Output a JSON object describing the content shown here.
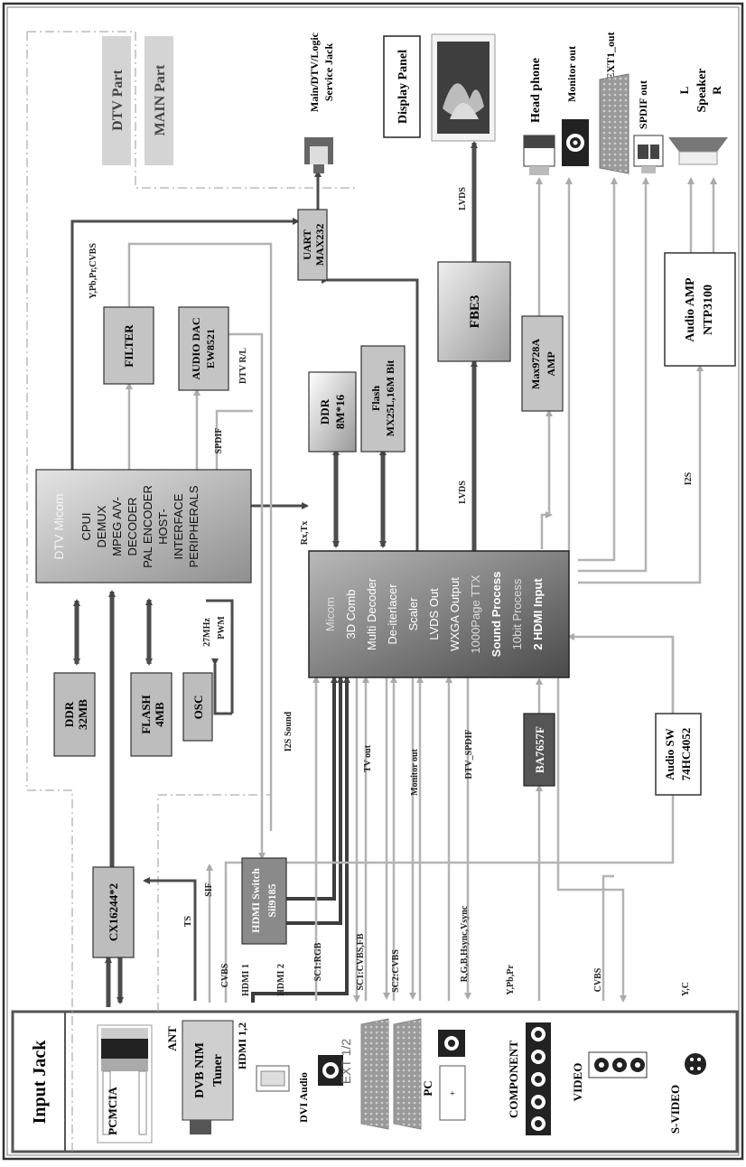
{
  "input_jack": {
    "title": "Input Jack",
    "items": {
      "pcmcia": "PCMCIA",
      "ant": "ANT",
      "tuner_line1": "DVB NIM",
      "tuner_line2": "Tuner",
      "hdmi": "HDMI 1,2",
      "dvi_audio": "DVI Audio",
      "ext": "EXT 1/2",
      "pc": "PC",
      "component": "COMPONENT",
      "video": "VIDEO",
      "svideo": "S-VIDEO"
    }
  },
  "parts": {
    "dtv": "DTV Part",
    "main": "MAIN Part"
  },
  "blocks": {
    "ddr32_1": "DDR",
    "ddr32_2": "32MB",
    "flash4_1": "FLASH",
    "flash4_2": "4MB",
    "osc": "OSC",
    "dtv_micom_title": "DTV Micom",
    "dtv_micom_lines": [
      "CPUI",
      "DEMUX",
      "MPEG A/V-",
      "DECODER",
      "PAL ENCODER",
      "HOST-",
      "INTERFACE",
      "PERIPHERALS"
    ],
    "filter": "FILTER",
    "audio_dac_1": "AUDIO DAC",
    "audio_dac_2": "EW8521",
    "uart_1": "UART",
    "uart_2": "MAX232",
    "ddr8_1": "DDR",
    "ddr8_2": "8M*16",
    "flash16_1": "Flash",
    "flash16_2": "MX25L,16M Bit",
    "fbe3": "FBE3",
    "max9728_1": "Max9728A",
    "max9728_2": "AMP",
    "audio_amp_1": "Audio AMP",
    "audio_amp_2": "NTP3100",
    "main_lines": [
      "Micom",
      "3D Comb",
      "Multi Decoder",
      "De-iterlacer",
      "Scaler",
      "LVDS Out",
      "WXGA Output",
      "1000Page TTX",
      "Sound Process",
      "10bit Process",
      "2 HDMI Input"
    ],
    "cx_1": "CX16244*2",
    "hdmi_switch_1": "HDMI Switch",
    "hdmi_switch_2": "Sii9185",
    "ba7657f": "BA7657F",
    "audio_sw_1": "Audio SW",
    "audio_sw_2": "74HC4052"
  },
  "outputs": {
    "service_jack_1": "Main/DTV/Logic",
    "service_jack_2": "Service Jack",
    "display_panel": "Display Panel",
    "head_phone": "Head phone",
    "monitor_out": "Monitor out",
    "ext1_out": "EXT1_out",
    "spdif_out": "SPDIF out",
    "speaker_l": "L",
    "speaker_mid": "Speaker",
    "speaker_r": "R"
  },
  "signals": {
    "ypbpr_cvbs": "Y,Pb,Pr,CVBS",
    "dtv_rl": "DTV R/L",
    "spdif": "SPDIF",
    "rx_tx": "Rx,Tx",
    "lvds_top": "LVDS",
    "lvds_mid": "LVDS",
    "i2s": "I2S",
    "mhz": "27MHz",
    "pwm": "PWM",
    "i2s_sound": "I2S Sound",
    "tv_out": "TV out",
    "monitor_out": "Monitor out",
    "dtv_spdif": "DTV_SPDIF",
    "sif": "SIF",
    "ts": "TS",
    "cvbs1": "CVBS",
    "hdmi1": "HDMI 1",
    "hdmi2": "HDMI 2",
    "sc1_rgb": "SC1:RGB",
    "sc1_cvbs": "SC1:CVBS,FB",
    "sc2_cvbs": "SC2:CVBS",
    "rgb_sync": "R,G,B,Hsync,Vsync",
    "ypbpr": "Y,Pb,Pr",
    "cvbs2": "CVBS",
    "yc": "Y,C"
  }
}
